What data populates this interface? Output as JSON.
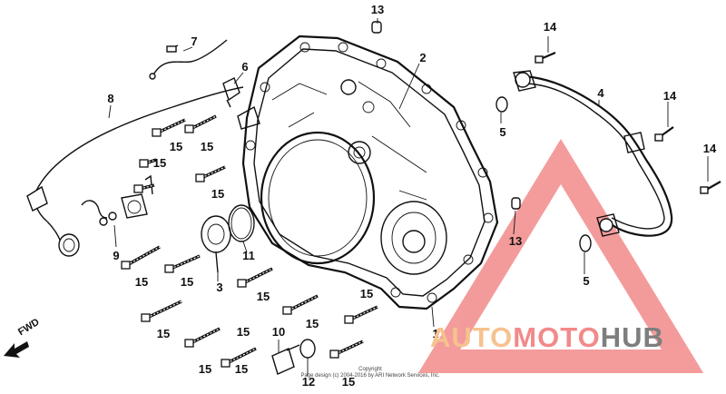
{
  "callouts": [
    {
      "id": "c13a",
      "text": "13"
    },
    {
      "id": "c2",
      "text": "2"
    },
    {
      "id": "c7",
      "text": "7"
    },
    {
      "id": "c6",
      "text": "6"
    },
    {
      "id": "c8",
      "text": "8"
    },
    {
      "id": "c14a",
      "text": "14"
    },
    {
      "id": "c4",
      "text": "4"
    },
    {
      "id": "c14b",
      "text": "14"
    },
    {
      "id": "c5a",
      "text": "5"
    },
    {
      "id": "c14c",
      "text": "14"
    },
    {
      "id": "c15a",
      "text": "15"
    },
    {
      "id": "c15b",
      "text": "15"
    },
    {
      "id": "c15c",
      "text": "15"
    },
    {
      "id": "c15d",
      "text": "15"
    },
    {
      "id": "c9",
      "text": "9"
    },
    {
      "id": "c11",
      "text": "11"
    },
    {
      "id": "c3",
      "text": "3"
    },
    {
      "id": "c15e",
      "text": "15"
    },
    {
      "id": "c15f",
      "text": "15"
    },
    {
      "id": "c15g",
      "text": "15"
    },
    {
      "id": "c13b",
      "text": "13"
    },
    {
      "id": "c5b",
      "text": "5"
    },
    {
      "id": "c15h",
      "text": "15"
    },
    {
      "id": "c15i",
      "text": "15"
    },
    {
      "id": "c15j",
      "text": "15"
    },
    {
      "id": "c1",
      "text": "1"
    },
    {
      "id": "c15k",
      "text": "15"
    },
    {
      "id": "c10",
      "text": "10"
    },
    {
      "id": "c15l",
      "text": "15"
    },
    {
      "id": "c15m",
      "text": "15"
    },
    {
      "id": "c12",
      "text": "12"
    },
    {
      "id": "c15n",
      "text": "15"
    }
  ],
  "fwd_label": "FWD",
  "copyright": {
    "line1": "Copyright",
    "line2": "Page design (c) 2004-2016 by ARI Network Services, Inc."
  },
  "watermark": {
    "part1": "AUTO",
    "part2": "MOTO",
    "part3": "HUB",
    "color_triangle": "#f28a8a",
    "color_auto": "#f6c28e",
    "color_moto": "#f28a8a",
    "color_hub": "#7e7e7e"
  }
}
